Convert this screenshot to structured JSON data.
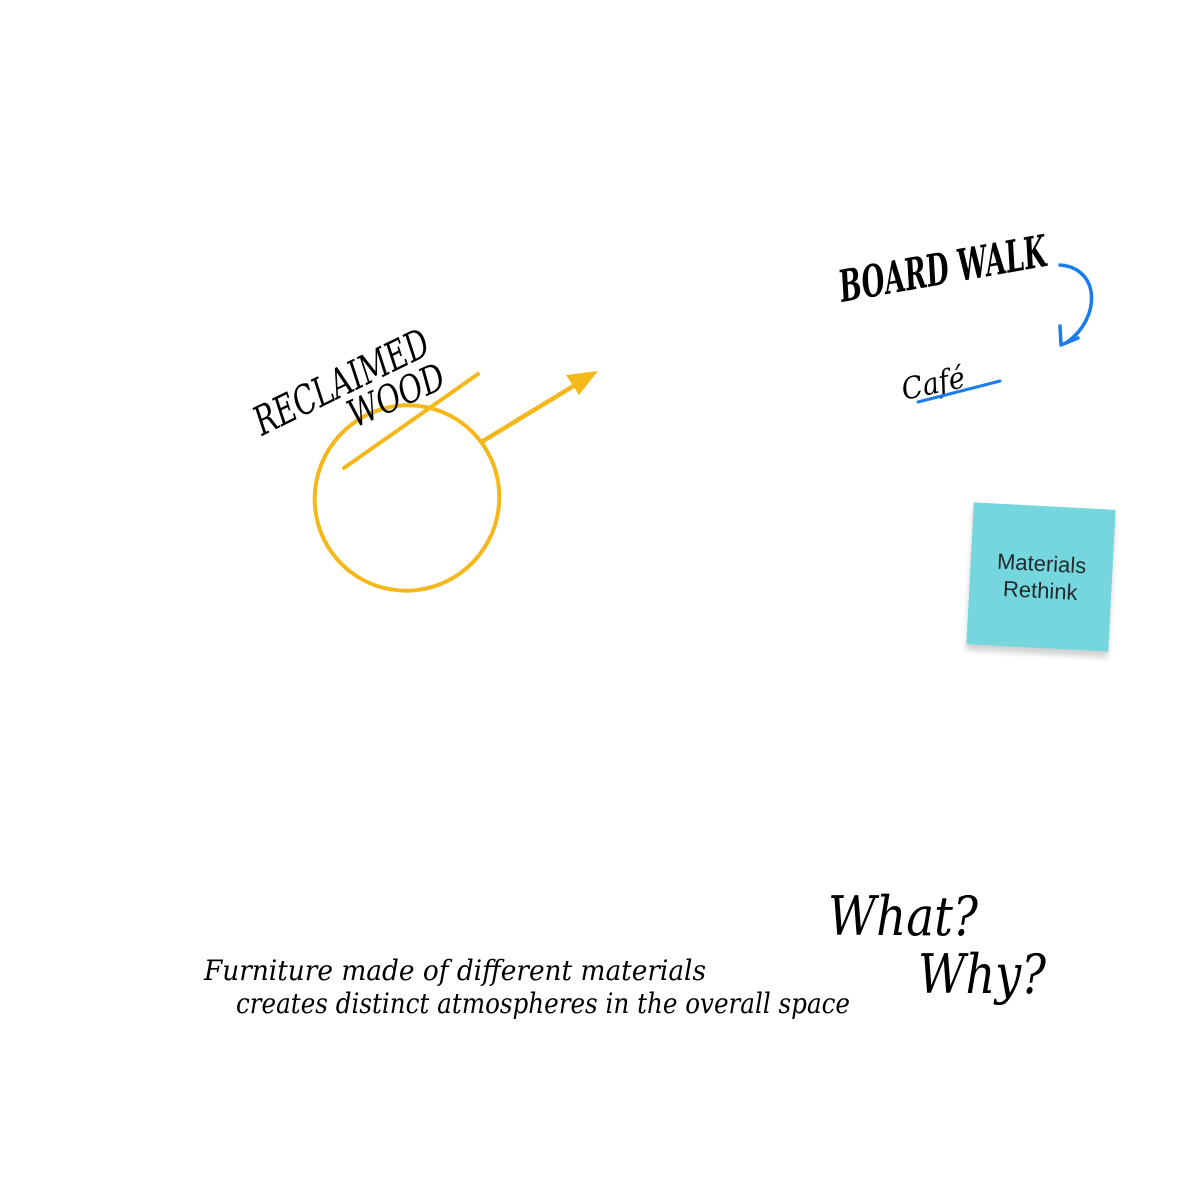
{
  "colors": {
    "background": "#ffffff",
    "yellow_ink": "#F5B81B",
    "blue_ink": "#1A7CEB",
    "orange_ink": "#F5915B",
    "sticky_note": "#75D7DD"
  },
  "annotations": {
    "reclaimed": "RECLAIMED",
    "wood": "WOOD",
    "board_walk": "BOARD WALK",
    "cafe": "Café",
    "what": "What?",
    "why": "Why?",
    "caption_line1": "Furniture made of different materials",
    "caption_line2": "creates distinct atmospheres in the overall space"
  },
  "sticky_note": {
    "text": "Materials\nRethink"
  },
  "icons": {
    "yellow_arrow": "arrow-up-right-icon",
    "blue_arrow": "curved-arrow-down-icon"
  }
}
